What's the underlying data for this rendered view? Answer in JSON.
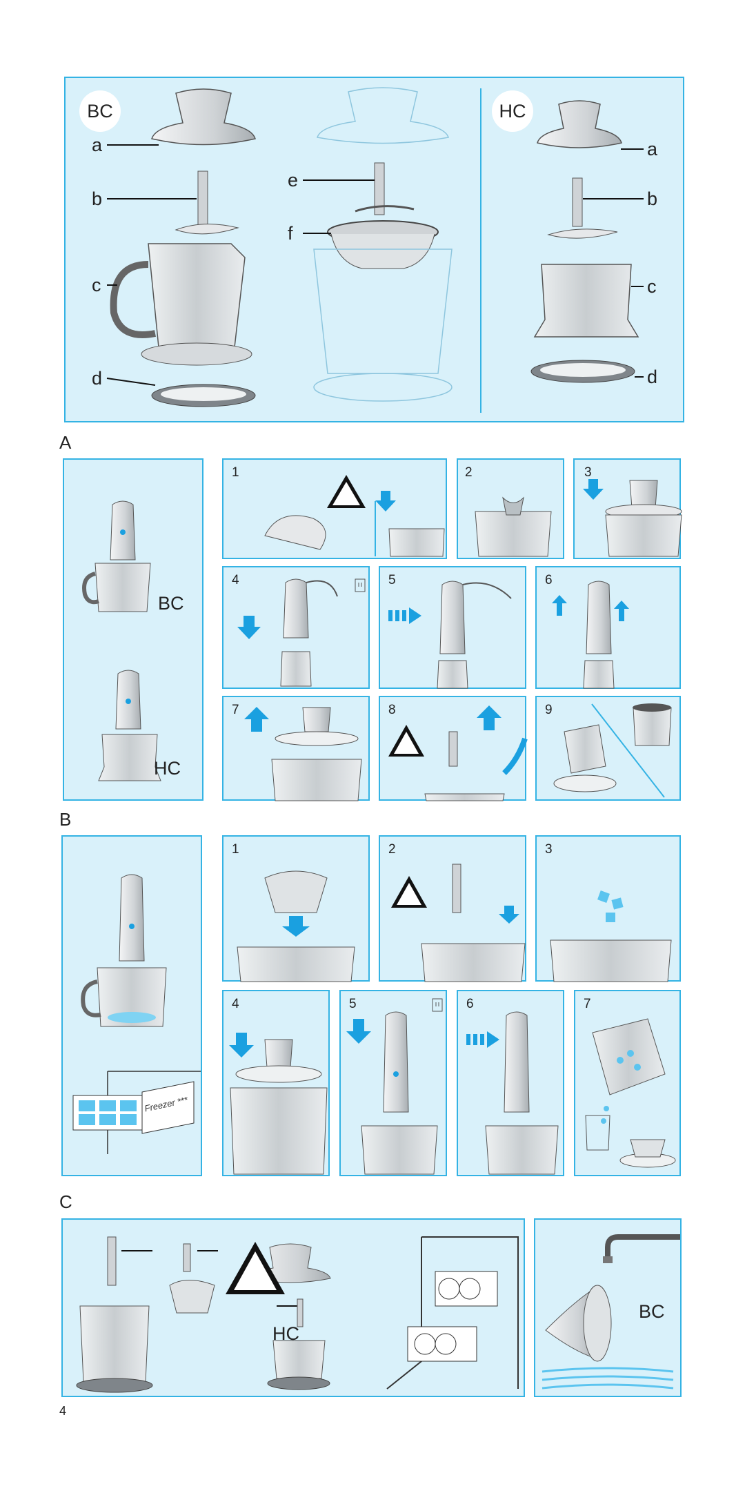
{
  "overview": {
    "badge_bc": "BC",
    "badge_hc": "HC",
    "parts_left": [
      "a",
      "b",
      "c",
      "d"
    ],
    "parts_mid": [
      "e",
      "f"
    ],
    "parts_right": [
      "a",
      "b",
      "c",
      "d"
    ]
  },
  "section_a": {
    "label": "A",
    "model_bc": "BC",
    "model_hc": "HC",
    "steps": [
      "1",
      "2",
      "3",
      "4",
      "5",
      "6",
      "7",
      "8",
      "9"
    ]
  },
  "section_b": {
    "label": "B",
    "freezer_text": "Freezer ***",
    "steps": [
      "1",
      "2",
      "3",
      "4",
      "5",
      "6",
      "7"
    ]
  },
  "section_c": {
    "label": "C",
    "model_hc": "HC",
    "model_bc": "BC"
  },
  "page_number": "4",
  "colors": {
    "panel_bg": "#d9f1fa",
    "panel_border": "#34b3e4",
    "arrow": "#1aa0e0"
  },
  "icons": [
    "warning-blade-icon",
    "down-arrow-icon",
    "up-arrow-icon",
    "power-plug-icon",
    "dishwasher-icon",
    "tap-icon"
  ]
}
